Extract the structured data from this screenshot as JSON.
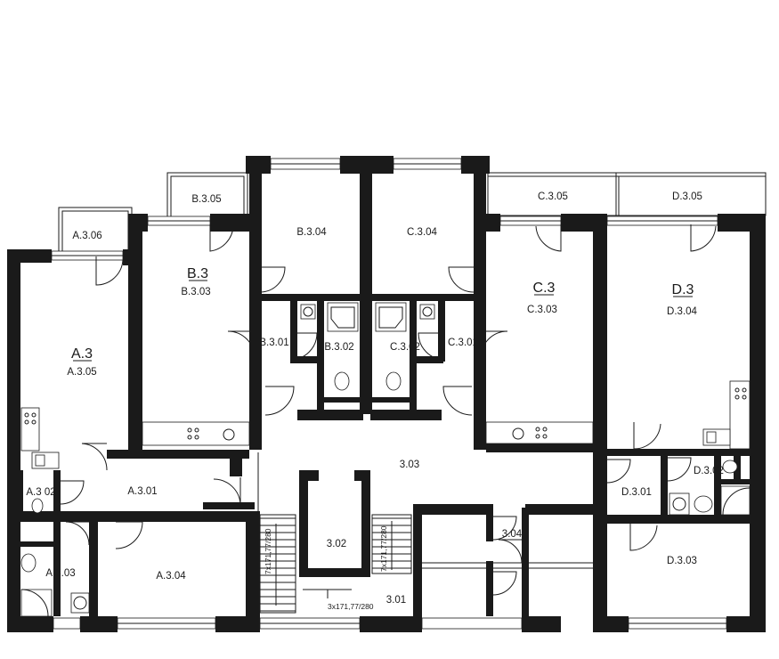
{
  "units": {
    "A": "A.3",
    "B": "B.3",
    "C": "C.3",
    "D": "D.3"
  },
  "rooms": {
    "a_3_06": "A.3.06",
    "a_3_05": "A.3.05",
    "a_3_02": "A.3 02",
    "a_3_01": "A.3.01",
    "a_3_03": "A.3.03",
    "a_3_04": "A.3.04",
    "b_3_05": "B.3.05",
    "b_3_03": "B.3.03",
    "b_3_04": "B.3.04",
    "b_3_01": "B.3.01",
    "b_3_02": "B.3.02",
    "c_3_04": "C.3.04",
    "c_3_05": "C.3.05",
    "c_3_03": "C.3.03",
    "c_3_01": "C.3.01",
    "c_3_02": "C.3.02",
    "d_3_05": "D.3.05",
    "d_3_04": "D.3.04",
    "d_3_01": "D.3.01",
    "d_3_02": "D.3.02",
    "d_3_03": "D.3.03",
    "corridor": "3.03",
    "stair_core": "3.02",
    "stair_landing": "3.01",
    "shaft": "3.04"
  },
  "stair_notes": {
    "flight_left": "7x171,77/280",
    "flight_right": "7x171,77/280",
    "flight_bottom": "3x171,77/280"
  }
}
